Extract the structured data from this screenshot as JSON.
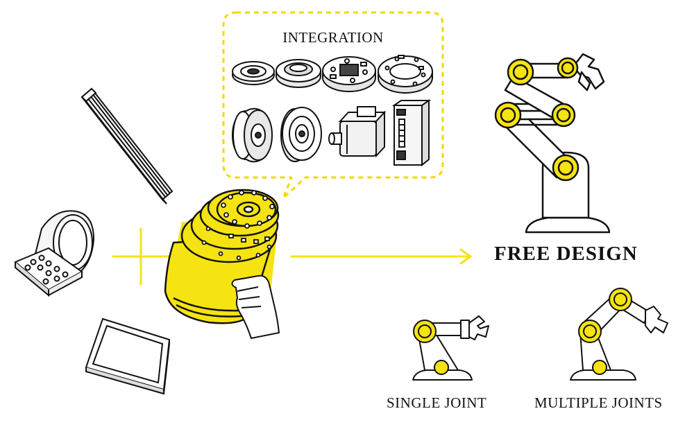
{
  "integration": {
    "title": "INTEGRATION",
    "components": [
      {
        "name": "flat-bearing-disc"
      },
      {
        "name": "wave-generator-ring"
      },
      {
        "name": "encoder-board"
      },
      {
        "name": "ring-gear"
      },
      {
        "name": "brake-disc"
      },
      {
        "name": "harmonic-drive"
      },
      {
        "name": "servo-motor"
      },
      {
        "name": "servo-driver"
      }
    ]
  },
  "outcome": {
    "title": "FREE DESIGN",
    "single_label": "SINGLE JOINT",
    "multiple_label": "MULTIPLE JOINTS"
  },
  "colors": {
    "accent": "#f5e312",
    "stroke": "#111111",
    "dashed_border": "#f2d900"
  }
}
